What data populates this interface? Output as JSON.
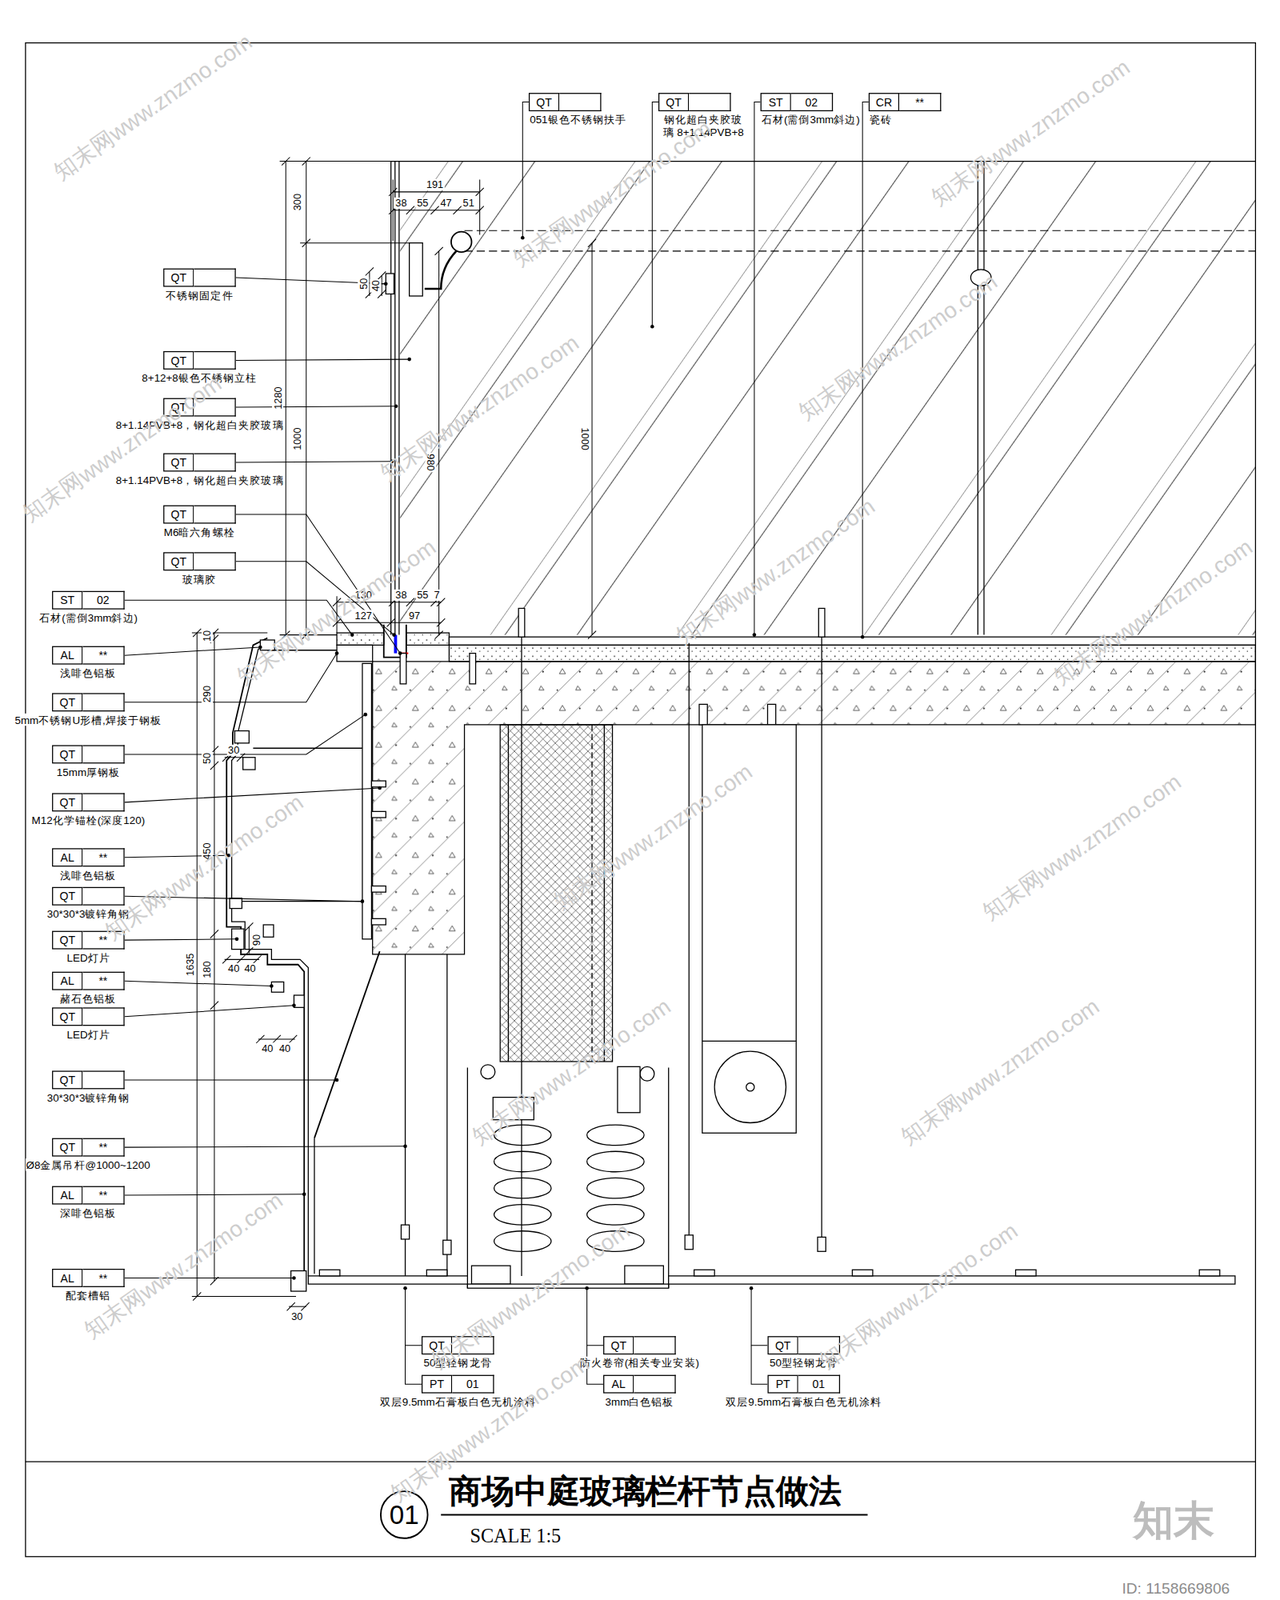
{
  "diagram": {
    "title": "商场中庭玻璃栏杆节点做法",
    "nodes": [
      {
        "text": [
          "QT",
          "051银色不锈钢扶手"
        ]
      },
      {
        "text": [
          "QT",
          "钢化超白夹胶玻璃 8+1.14PVB+8"
        ]
      },
      {
        "text": [
          "ST",
          "02",
          "石材(需倒3mm斜边)"
        ]
      },
      {
        "text": [
          "CR",
          "**",
          "瓷砖"
        ]
      },
      {
        "text": [
          "QT",
          "不锈钢固定件"
        ]
      },
      {
        "text": [
          "QT",
          "8+12+8银色不锈钢立柱"
        ]
      },
      {
        "text": [
          "QT",
          "8+1.14PVB+8，钢化超白夹胶玻璃"
        ]
      },
      {
        "text": [
          "QT",
          "8+1.14PVB+8，钢化超白夹胶玻璃"
        ]
      },
      {
        "text": [
          "QT",
          "M6暗六角螺栓"
        ]
      },
      {
        "text": [
          "QT",
          "玻璃胶"
        ]
      },
      {
        "text": [
          "ST",
          "02",
          "石材(需倒3mm斜边)"
        ]
      },
      {
        "text": [
          "AL",
          "**",
          "浅啡色铝板"
        ]
      },
      {
        "text": [
          "QT",
          "5mm不锈钢U形槽,焊接于钢板"
        ]
      },
      {
        "text": [
          "QT",
          "15mm厚钢板"
        ]
      },
      {
        "text": [
          "QT",
          "M12化学锚栓(深度120)"
        ]
      },
      {
        "text": [
          "AL",
          "**",
          "浅啡色铝板"
        ]
      },
      {
        "text": [
          "QT",
          "30*30*3镀锌角钢"
        ]
      },
      {
        "text": [
          "QT",
          "**",
          "LED灯片"
        ]
      },
      {
        "text": [
          "AL",
          "**",
          "赭石色铝板"
        ]
      },
      {
        "text": [
          "QT",
          "LED灯片"
        ]
      },
      {
        "text": [
          "QT",
          "30*30*3镀锌角钢"
        ]
      },
      {
        "text": [
          "QT",
          "**",
          "Ø8金属吊杆@1000~1200"
        ]
      },
      {
        "text": [
          "AL",
          "**",
          "深啡色铝板"
        ]
      },
      {
        "text": [
          "AL",
          "**",
          "配套槽铝"
        ]
      },
      {
        "text": [
          "QT",
          "50型轻钢龙骨"
        ]
      },
      {
        "text": [
          "PT",
          "01",
          "双层9.5mm石膏板白色无机涂料"
        ]
      },
      {
        "text": [
          "QT",
          "防火卷帘(相关专业安装)"
        ]
      },
      {
        "text": [
          "AL",
          "3mm白色铝板"
        ]
      },
      {
        "text": [
          "QT",
          "50型轻钢龙骨"
        ]
      },
      {
        "text": [
          "PT",
          "01",
          "双层9.5mm石膏板白色无机涂料"
        ]
      },
      {
        "text": [
          "01"
        ]
      }
    ],
    "labels": [
      "300",
      "1280",
      "1000",
      "50",
      "40",
      "191",
      "38",
      "55",
      "47",
      "51",
      "980",
      "1000",
      "130",
      "38",
      "55",
      "7",
      "127",
      "97",
      "10",
      "290",
      "50",
      "30",
      "450",
      "90",
      "40",
      "40",
      "1635",
      "180",
      "40",
      "40",
      "30",
      "SCALE 1:5",
      "知末",
      "ID: 1158669806",
      "知末网www.znzmo.com",
      "知末网www.znzmo.com",
      "知末网www.znzmo.com",
      "知末网www.znzmo.com",
      "知末网www.znzmo.com",
      "知末网www.znzmo.com",
      "知末网www.znzmo.com",
      "知末网www.znzmo.com",
      "知末网www.znzmo.com",
      "知末网www.znzmo.com",
      "知末网www.znzmo.com",
      "知末网www.znzmo.com",
      "知末网www.znzmo.com",
      "知末网www.znzmo.com",
      "知末网www.znzmo.com",
      "知末网www.znzmo.com",
      "知末网www.znzmo.com",
      "知末网www.znzmo.com"
    ]
  }
}
